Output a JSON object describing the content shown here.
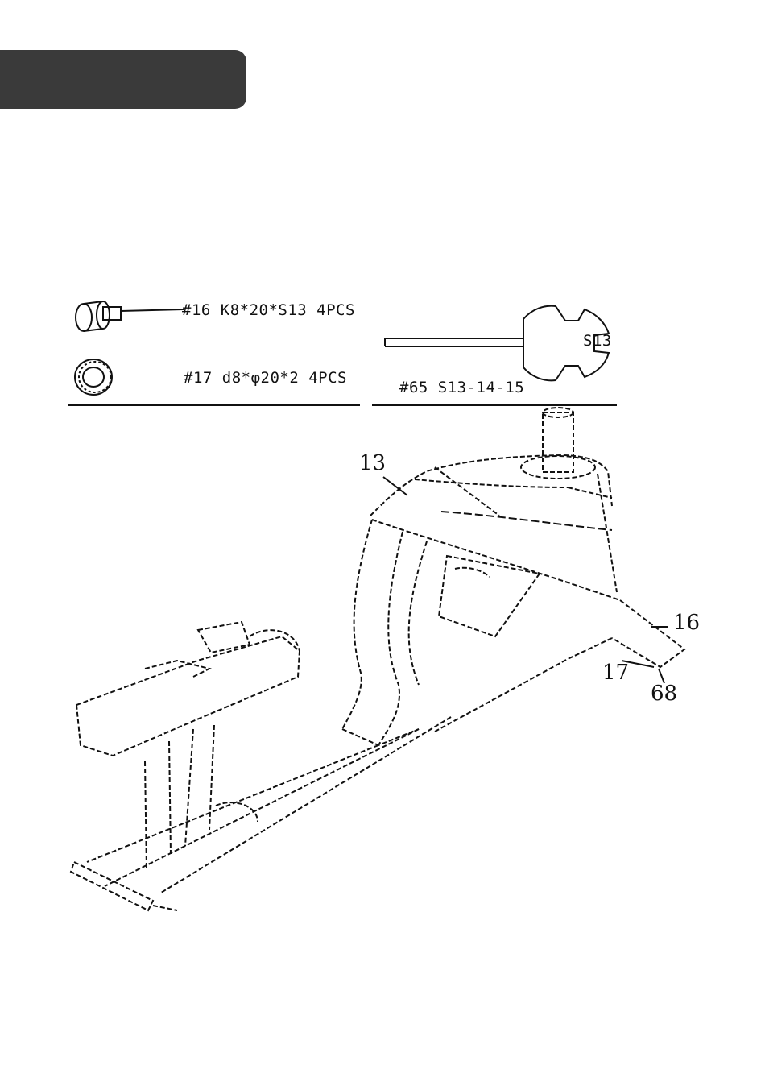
{
  "hardware": {
    "bolt_label": "#16 K8*20*S13 4PCS",
    "washer_label": "#17 d8*φ20*2 4PCS",
    "wrench_label": "#65 S13-14-15",
    "wrench_size_label": "S13"
  },
  "callouts": {
    "part_13": "13",
    "part_16": "16",
    "part_17": "17",
    "part_68": "68"
  }
}
